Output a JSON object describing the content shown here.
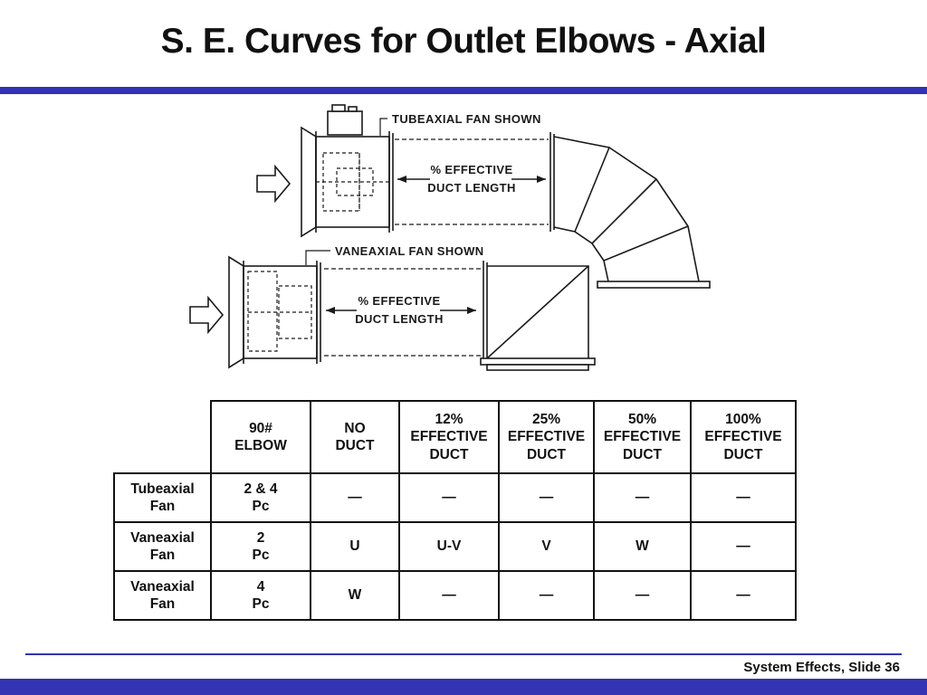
{
  "slide": {
    "title": "S. E. Curves for Outlet Elbows - Axial",
    "footer": "System Effects, Slide 36"
  },
  "colors": {
    "accent_blue": "#3333b3"
  },
  "diagrams": {
    "tubeaxial": {
      "caption": "TUBEAXIAL FAN SHOWN",
      "dim_line1": "% EFFECTIVE",
      "dim_line2": "DUCT LENGTH"
    },
    "vaneaxial": {
      "caption": "VANEAXIAL FAN SHOWN",
      "dim_line1": "% EFFECTIVE",
      "dim_line2": "DUCT LENGTH"
    }
  },
  "table": {
    "col_headers": [
      "90#\nELBOW",
      "NO\nDUCT",
      "12%\nEFFECTIVE\nDUCT",
      "25%\nEFFECTIVE\nDUCT",
      "50%\nEFFECTIVE\nDUCT",
      "100%\nEFFECTIVE\nDUCT"
    ],
    "rows": [
      {
        "label": "Tubeaxial\nFan",
        "cells": [
          "2 & 4\nPc",
          "—",
          "—",
          "—",
          "—",
          "—"
        ]
      },
      {
        "label": "Vaneaxial\nFan",
        "cells": [
          "2\nPc",
          "U",
          "U-V",
          "V",
          "W",
          "—"
        ]
      },
      {
        "label": "Vaneaxial\nFan",
        "cells": [
          "4\nPc",
          "W",
          "—",
          "—",
          "—",
          "—"
        ]
      }
    ]
  }
}
